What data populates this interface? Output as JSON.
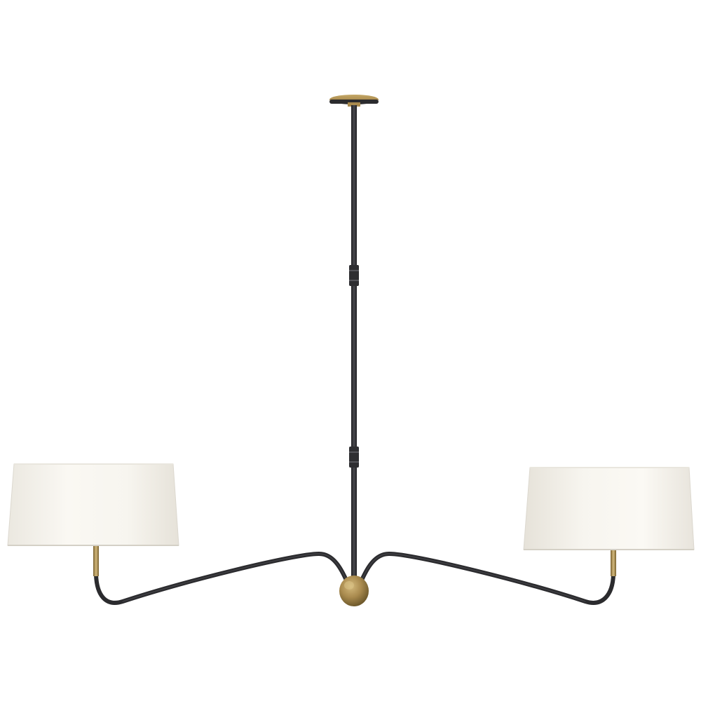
{
  "image": {
    "subject": "linear-chandelier",
    "background_color": "#ffffff",
    "colors": {
      "bronze": "#2b2b2e",
      "bronze_highlight": "#55555a",
      "brass": "#a98a4e",
      "brass_dark": "#7a6230",
      "brass_light": "#d3b97c",
      "linen": "#f6f4ef",
      "linen_shadow": "#e3e0d8",
      "linen_edge": "#d8d4ca"
    },
    "parts": [
      "canopy",
      "stem",
      "stem-coupler",
      "center-hub",
      "arm",
      "socket-cup",
      "lamp-shade"
    ]
  }
}
